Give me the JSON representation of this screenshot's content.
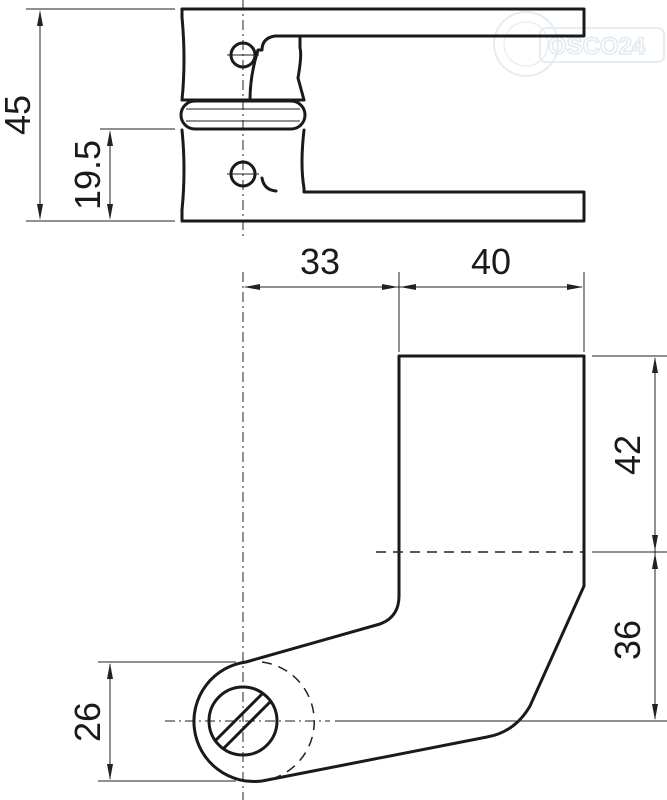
{
  "dimensions": {
    "total_height": "45",
    "half_height": "19.5",
    "offset_horizontal": "33",
    "grip_width": "40",
    "upper_vertical": "42",
    "lower_vertical": "36",
    "boss_diameter": "26"
  },
  "watermark": {
    "text": "OSCO24"
  },
  "colors": {
    "line": "#1a1a1a",
    "watermark": "#dfe7ef"
  }
}
